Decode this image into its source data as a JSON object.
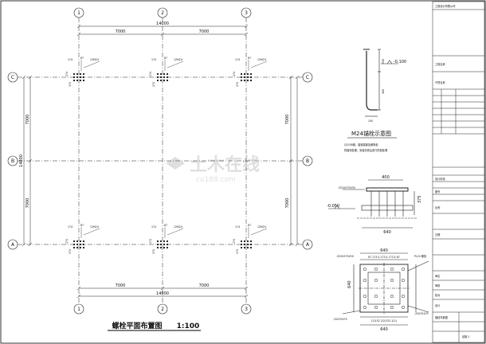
{
  "plan": {
    "grid_cols": [
      "1",
      "2",
      "3"
    ],
    "grid_rows": [
      "C",
      "B",
      "A"
    ],
    "dim_half": "7000",
    "dim_total": "14000",
    "anchor_label": "12M24",
    "offset_174": "174",
    "offset_87": "87",
    "title": "螺栓平面布置图",
    "scale": "1:100"
  },
  "anchor_detail": {
    "elev_top": "-0.100",
    "len_a": "150",
    "len_b": "480",
    "len_c": "100",
    "title": "M24锚栓示意图",
    "note1": "Q235B钢，锚栓端部及螺母处",
    "note2": "热镀锌处理，安装完成后进行防腐处理"
  },
  "section": {
    "width_top": "400",
    "plate_note": "-525X375X30",
    "elev": "-0.050",
    "height": "375",
    "width_bottom": "640"
  },
  "base_plate": {
    "width_top": "640",
    "dims_top": "87 173.4 173.4 173.4 87",
    "plate_note": "-525X375X30",
    "side_note1": "PL24 螺栓",
    "side_note2": "-25X75X75",
    "height": "640",
    "dims_bottom": "(2)152 2(2)152 2(2)",
    "width_bottom": "640",
    "bottom_note": "-25X75X75"
  },
  "title_block": {
    "company": "工程设计有限公司",
    "row1": "工程名称",
    "row2": "子项名称",
    "row3": "设计阶段",
    "row4": "图号",
    "row5": "比例",
    "row6": "日期",
    "sig1": "审定",
    "sig2": "审核",
    "sig3": "校对",
    "sig4": "设计",
    "drawing_name": "锚栓布置图",
    "sheet": "结施-1"
  },
  "watermark": {
    "main": "土木在线",
    "sub": "co188.com"
  }
}
